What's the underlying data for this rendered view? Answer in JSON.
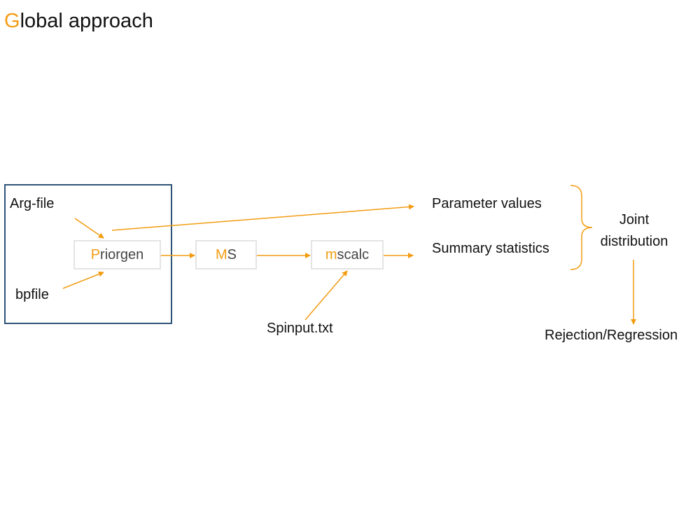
{
  "title": {
    "first_letter": "G",
    "rest": "lobal approach"
  },
  "inputs": {
    "arg_file": "Arg-file",
    "bpfile": "bpfile",
    "spinput": "Spinput.txt"
  },
  "nodes": {
    "priorgen": {
      "first_letter": "P",
      "rest": "riorgen"
    },
    "ms": {
      "first_letter": "M",
      "rest": "S"
    },
    "mscalc": {
      "first_letter": "m",
      "rest": "scalc"
    }
  },
  "outputs": {
    "parameter_values": "Parameter values",
    "summary_statistics": "Summary statistics"
  },
  "joint": {
    "line1": "Joint",
    "line2": "distribution"
  },
  "final": "Rejection/Regression",
  "colors": {
    "accent": "#F39C12",
    "frame": "#2F5377",
    "node_border": "#E4E4E4"
  }
}
